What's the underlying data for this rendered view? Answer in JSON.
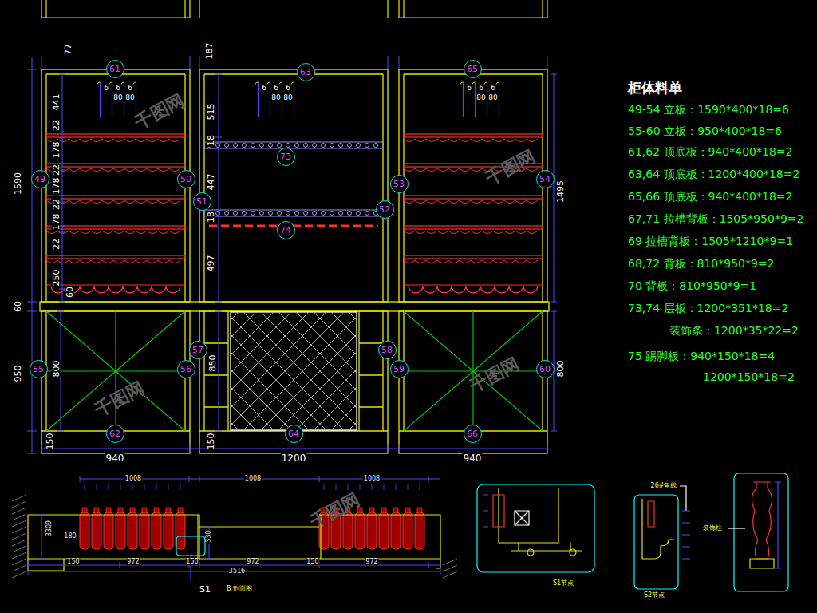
{
  "diagram": {
    "nodes": [
      {
        "text": [
          "61"
        ]
      },
      {
        "text": [
          "63"
        ]
      },
      {
        "text": [
          "65"
        ]
      },
      {
        "text": [
          "73"
        ]
      },
      {
        "text": [
          "49"
        ]
      },
      {
        "text": [
          "50"
        ]
      },
      {
        "text": [
          "53"
        ]
      },
      {
        "text": [
          "54"
        ]
      },
      {
        "text": [
          "51"
        ]
      },
      {
        "text": [
          "52"
        ]
      },
      {
        "text": [
          "74"
        ]
      },
      {
        "text": [
          "57"
        ]
      },
      {
        "text": [
          "58"
        ]
      },
      {
        "text": [
          "55"
        ]
      },
      {
        "text": [
          "56"
        ]
      },
      {
        "text": [
          "59"
        ]
      },
      {
        "text": [
          "60"
        ]
      },
      {
        "text": [
          "62"
        ]
      },
      {
        "text": [
          "64"
        ]
      },
      {
        "text": [
          "66"
        ]
      }
    ],
    "labels": [
      "77",
      "187",
      "441",
      "22",
      "178",
      "22",
      "178",
      "22",
      "178",
      "22",
      "250",
      "60",
      "1590",
      "60",
      "950",
      "515",
      "18",
      "447",
      "18",
      "497",
      "1495",
      "800",
      "850",
      "800",
      "150",
      "150",
      "940",
      "1200",
      "940",
      "6",
      "6",
      "6",
      "80",
      "80",
      "6",
      "6",
      "6",
      "80",
      "80",
      "6",
      "6",
      "6",
      "80",
      "80",
      "1008",
      "1008",
      "1008",
      "3309",
      "180",
      "330",
      "150",
      "972",
      "150",
      "972",
      "150",
      "972",
      "3516",
      "S1",
      "B 剖面图",
      "S1节点",
      "26#角线",
      "S2节点",
      "装饰柱",
      "柜体料单",
      "49-54 立板：1590*400*18=6",
      "55-60 立板：950*400*18=6",
      "61,62 顶底板：940*400*18=2",
      "63,64 顶底板：1200*400*18=2",
      "65,66 顶底板：940*400*18=2",
      "67,71 拉槽背板：1505*950*9=2",
      "69 拉槽背板：1505*1210*9=1",
      "68,72 背板：810*950*9=2",
      "70 背板：810*950*9=1",
      "73,74 层板：1200*351*18=2",
      "装饰条：1200*35*22=2",
      "75 踢脚板：940*150*18=4",
      "1200*150*18=2",
      "千图网",
      "千图网",
      "千图网",
      "千图网",
      "千图网"
    ]
  }
}
